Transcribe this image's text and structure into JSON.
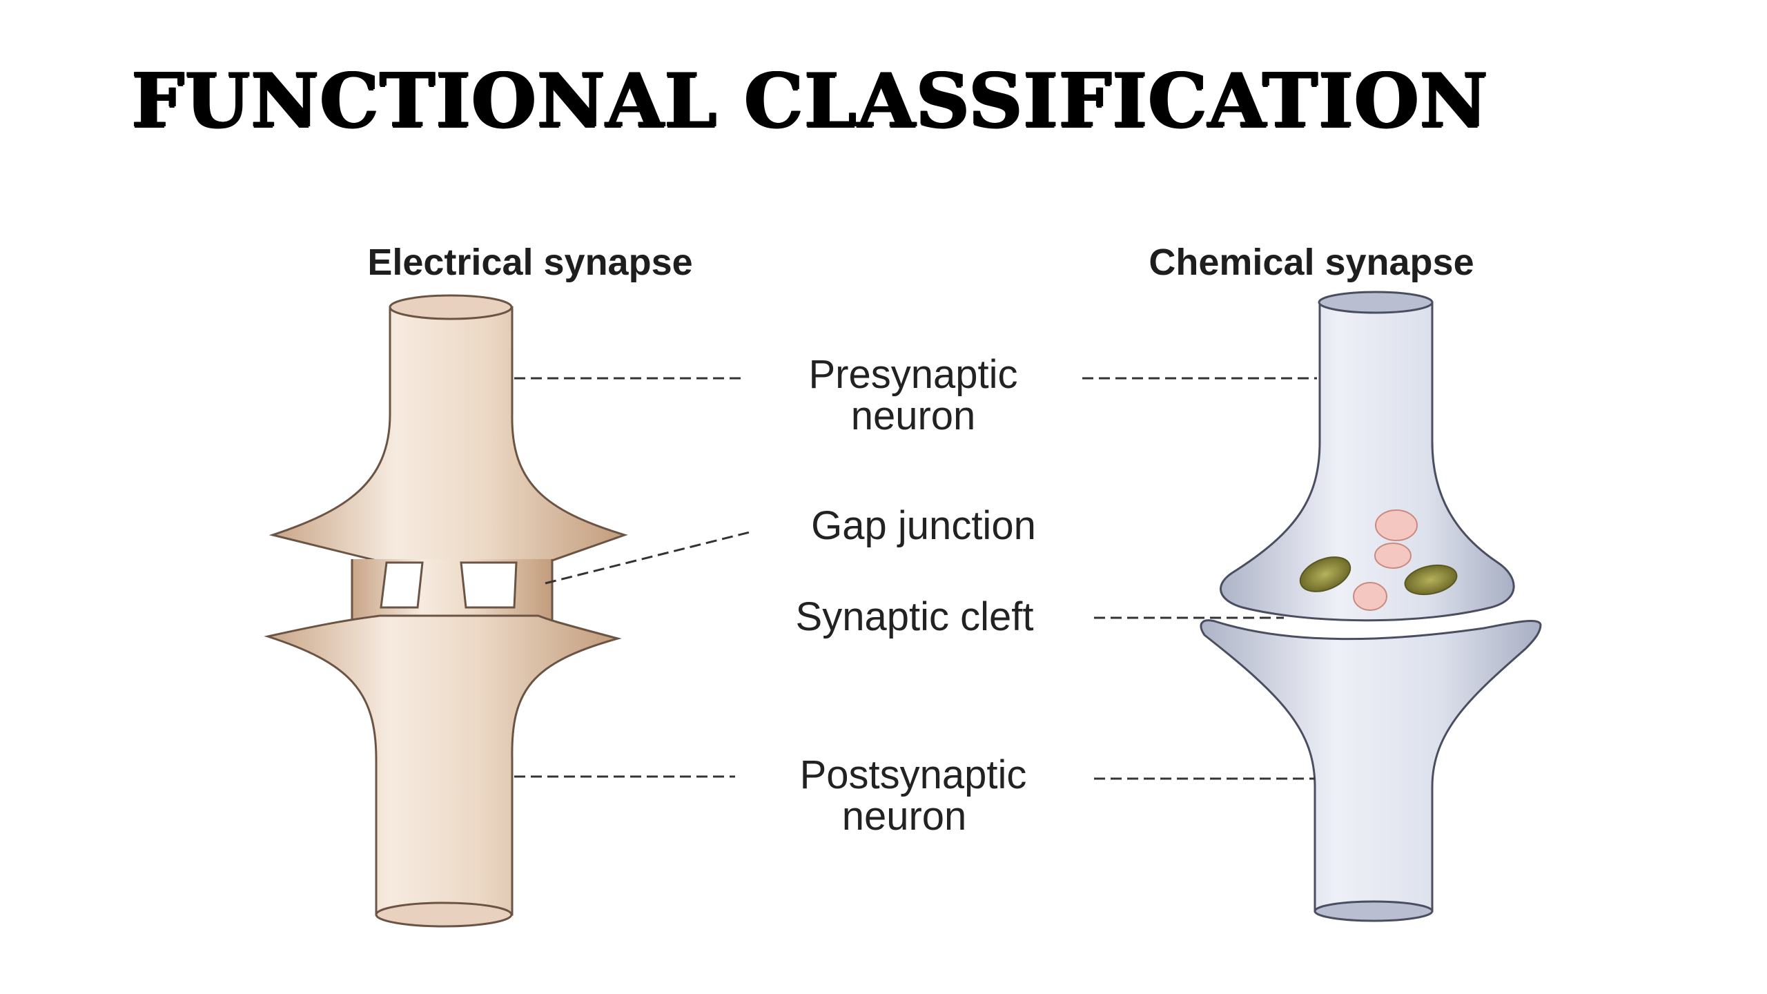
{
  "slide": {
    "title": "FUNCTIONAL CLASSIFICATION"
  },
  "diagram": {
    "headings": {
      "electrical": "Electrical synapse",
      "chemical": "Chemical synapse"
    },
    "labels": {
      "presynaptic_line1": "Presynaptic",
      "presynaptic_line2": "neuron",
      "gap_junction": "Gap junction",
      "synaptic_cleft": "Synaptic cleft",
      "postsynaptic_line1": "Postsynaptic",
      "postsynaptic_line2": "neuron"
    },
    "colors": {
      "electrical_fill": "#dcc1a8",
      "electrical_highlight": "#f6ebe0",
      "electrical_outline": "#6b5444",
      "chemical_fill": "#c9cfe0",
      "chemical_highlight": "#eef0f7",
      "chemical_outline": "#4a4e60",
      "vesicle_pink": "#f4c8c0",
      "mitochondria": "#8c8a3a"
    }
  }
}
